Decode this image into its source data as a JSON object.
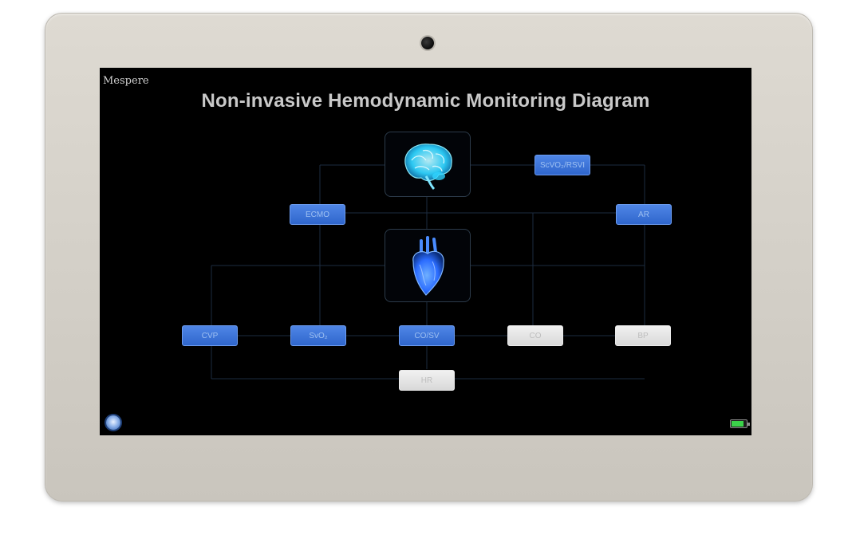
{
  "device": {
    "camera": "front-camera"
  },
  "screen": {
    "brand": "Mespere",
    "title": "Non-invasive Hemodynamic Monitoring Diagram",
    "organs": [
      {
        "id": "brain",
        "icon": "brain-icon"
      },
      {
        "id": "heart",
        "icon": "heart-icon"
      }
    ],
    "buttons": {
      "scvo2_rsvi": {
        "label": "ScVO₂/RSVI",
        "style": "blue"
      },
      "ecmo": {
        "label": "ECMO",
        "style": "blue"
      },
      "ar": {
        "label": "AR",
        "style": "blue"
      },
      "cvp": {
        "label": "CVP",
        "style": "blue"
      },
      "svo2": {
        "label": "SvO₂",
        "style": "blue"
      },
      "co_sv": {
        "label": "CO/SV",
        "style": "blue"
      },
      "co": {
        "label": "CO",
        "style": "grey"
      },
      "bp": {
        "label": "BP",
        "style": "grey"
      },
      "hr": {
        "label": "HR",
        "style": "grey"
      }
    },
    "status_bar": {
      "home_icon": "home-icon",
      "battery_icon": "battery-icon",
      "battery_level": 0.85
    },
    "colors": {
      "accent_blue": "#3a70d8",
      "brain_glow": "#2fd3ff",
      "heart_blue": "#2b6cff",
      "battery_green": "#3bd24a"
    }
  }
}
